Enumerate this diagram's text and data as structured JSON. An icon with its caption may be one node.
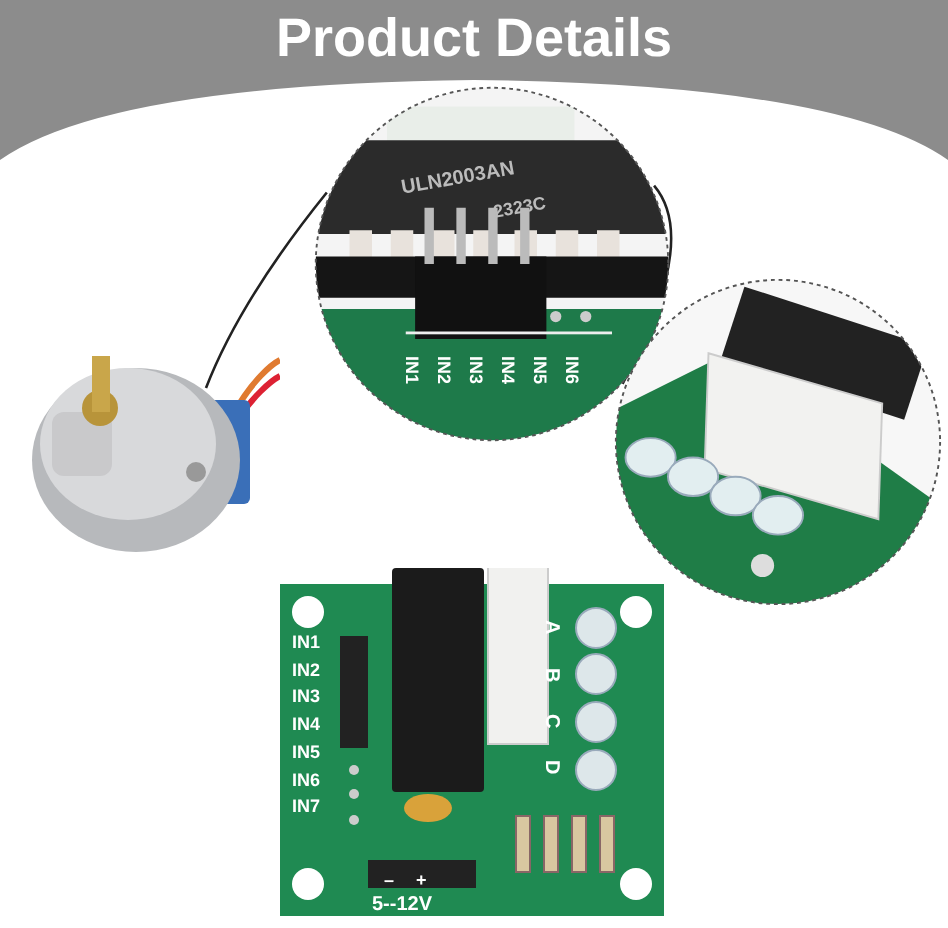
{
  "diagram": {
    "title": "Product Details",
    "nodes": [
      {
        "text": [],
        "shape": "picture"
      },
      {
        "text": [],
        "shape": "picture"
      },
      {
        "text": [],
        "shape": "picture"
      },
      {
        "text": [],
        "shape": "picture"
      }
    ],
    "edges": [
      {
        "from": 1,
        "to": 0,
        "arrow": "none"
      },
      {
        "from": 0,
        "to": 2,
        "arrow": "none"
      }
    ],
    "labels": [
      "ULN2003AN",
      "2323C",
      "IN1",
      "IN2",
      "IN3",
      "IN4",
      "IN5",
      "IN6",
      "IN1",
      "IN2",
      "IN3",
      "IN4",
      "IN5",
      "IN6",
      "IN7",
      "A",
      "B",
      "C",
      "D",
      "–",
      "+",
      "5--12V"
    ]
  }
}
